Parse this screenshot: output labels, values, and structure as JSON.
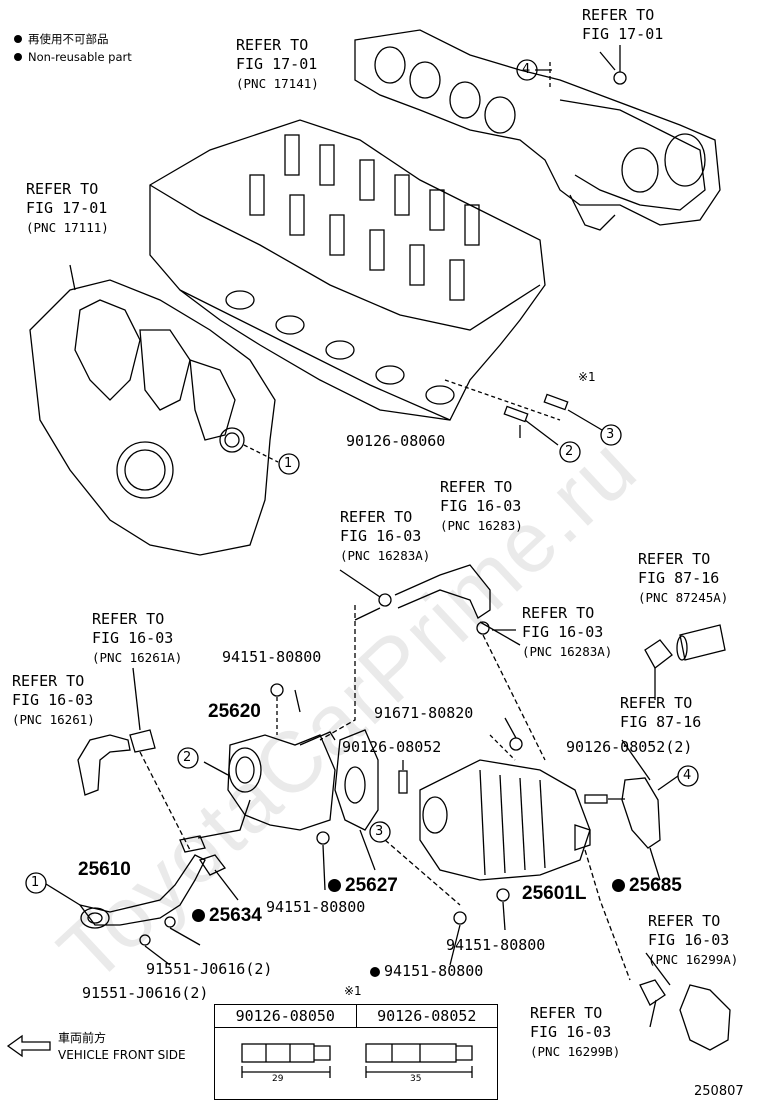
{
  "legend": {
    "reusable_jp": "再使用不可部品",
    "reusable_en": "Non-reusable part"
  },
  "refs": {
    "r1": {
      "line1": "REFER TO",
      "line2": "FIG 17-01"
    },
    "r2": {
      "line1": "REFER TO",
      "line2": "FIG 17-01",
      "pnc": "(PNC 17141)"
    },
    "r3": {
      "line1": "REFER TO",
      "line2": "FIG 17-01",
      "pnc": "(PNC 17111)"
    },
    "r4": {
      "line1": "REFER TO",
      "line2": "FIG 16-03",
      "pnc": "(PNC 16283)"
    },
    "r5": {
      "line1": "REFER TO",
      "line2": "FIG 16-03",
      "pnc": "(PNC 16283A)"
    },
    "r6": {
      "line1": "REFER TO",
      "line2": "FIG 16-03",
      "pnc": "(PNC 16283A)"
    },
    "r7": {
      "line1": "REFER TO",
      "line2": "FIG 87-16",
      "pnc": "(PNC 87245A)"
    },
    "r8": {
      "line1": "REFER TO",
      "line2": "FIG 16-03",
      "pnc": "(PNC 16261A)"
    },
    "r9": {
      "line1": "REFER TO",
      "line2": "FIG 16-03",
      "pnc": "(PNC 16261)"
    },
    "r10": {
      "line1": "REFER TO",
      "line2": "FIG 87-16"
    },
    "r11": {
      "line1": "REFER TO",
      "line2": "FIG 16-03",
      "pnc": "(PNC 16299A)"
    },
    "r12": {
      "line1": "REFER TO",
      "line2": "FIG 16-03",
      "pnc": "(PNC 16299B)"
    }
  },
  "parts": {
    "p_90126_08060": "90126-08060",
    "p_94151_80800_a": "94151-80800",
    "p_25620": "25620",
    "p_91671_80820": "91671-80820",
    "p_90126_08052": "90126-08052",
    "p_90126_08052_2": "90126-08052(2)",
    "p_25627": "25627",
    "p_25634": "25634",
    "p_94151_80800_b": "94151-80800",
    "p_25610": "25610",
    "p_91551_j0616_2a": "91551-J0616(2)",
    "p_91551_j0616_2b": "91551-J0616(2)",
    "p_25601l": "25601L",
    "p_25685": "25685",
    "p_94151_80800_c": "94151-80800",
    "p_94151_80800_d": "94151-80800"
  },
  "callouts": {
    "c1a": "1",
    "c1b": "1",
    "c2a": "2",
    "c2b": "2",
    "c3a": "3",
    "c3b": "3",
    "c4a": "4",
    "c4b": "4"
  },
  "note_mark": "※1",
  "table": {
    "mark": "※1",
    "col1": "90126-08050",
    "col2": "90126-08052",
    "dim1": "29",
    "dim2": "35"
  },
  "front": {
    "jp": "車両前方",
    "en": "VEHICLE FRONT SIDE"
  },
  "figure_number": "250807",
  "watermark": "ToyotaCarPrime.ru"
}
